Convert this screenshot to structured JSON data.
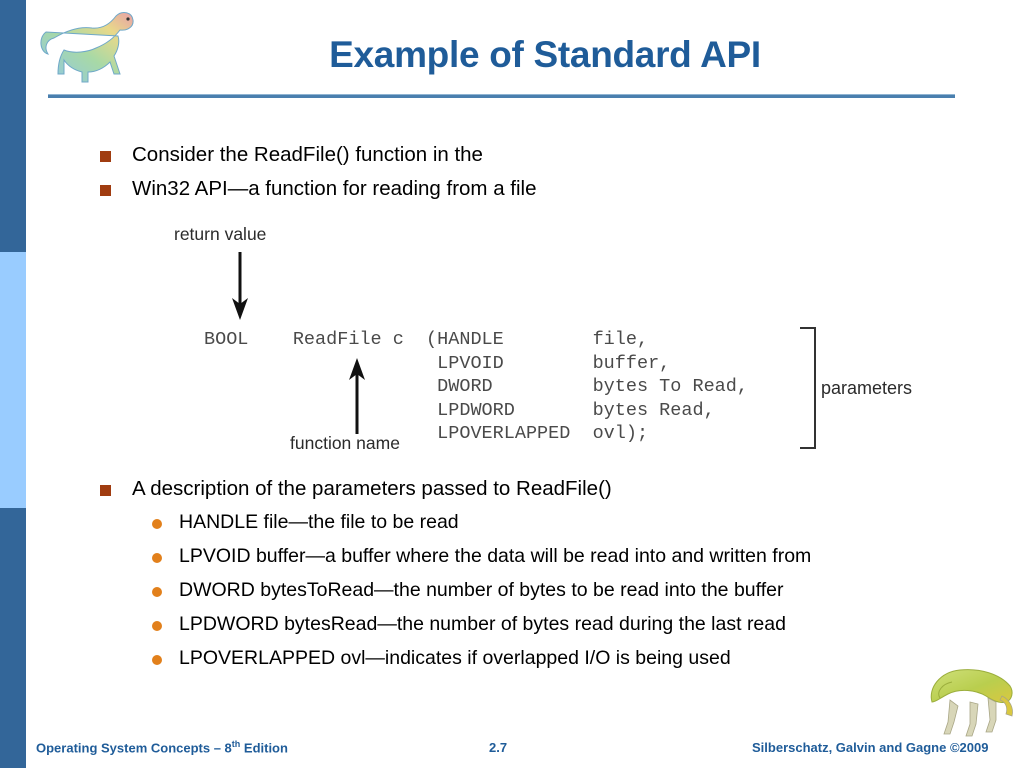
{
  "slide": {
    "title": "Example of Standard API",
    "accent_color": "#1F5C99",
    "sidebar_dark_color": "#336699",
    "sidebar_light_color": "#99CCFF",
    "square_bullet_color": "#A03C10",
    "round_bullet_color": "#E2801B"
  },
  "top_bullets": [
    {
      "text": "Consider the ReadFile() function in the"
    },
    {
      "text": "Win32 API—a function for reading from a file"
    }
  ],
  "diagram": {
    "return_value_label": "return value",
    "function_name_label": "function name",
    "parameters_label": "parameters",
    "code_lines": [
      "BOOL    ReadFile c  (HANDLE        file,",
      "                     LPVOID        buffer,",
      "                     DWORD         bytes To Read,",
      "                     LPDWORD       bytes Read,",
      "                     LPOVERLAPPED  ovl);"
    ],
    "return_type": "BOOL",
    "function_name": "ReadFile c",
    "parameters": [
      {
        "type": "HANDLE",
        "name": "file,"
      },
      {
        "type": "LPVOID",
        "name": "buffer,"
      },
      {
        "type": "DWORD",
        "name": "bytes To Read,"
      },
      {
        "type": "LPDWORD",
        "name": "bytes Read,"
      },
      {
        "type": "LPOVERLAPPED",
        "name": "ovl);"
      }
    ]
  },
  "description": {
    "heading": "A description of the parameters passed to ReadFile()",
    "items": [
      "HANDLE file—the file to be read",
      "LPVOID buffer—a buffer where the data will be read into and written from",
      "DWORD bytesToRead—the number of bytes to be read into the buffer",
      "LPDWORD bytesRead—the number of bytes read during the last read",
      "LPOVERLAPPED ovl—indicates if overlapped I/O is being used"
    ]
  },
  "footer": {
    "left_pre": "Operating System Concepts – 8",
    "left_sup": "th",
    "left_post": " Edition",
    "slide_number": "2.7",
    "right": "Silberschatz, Galvin and Gagne ©2009"
  }
}
